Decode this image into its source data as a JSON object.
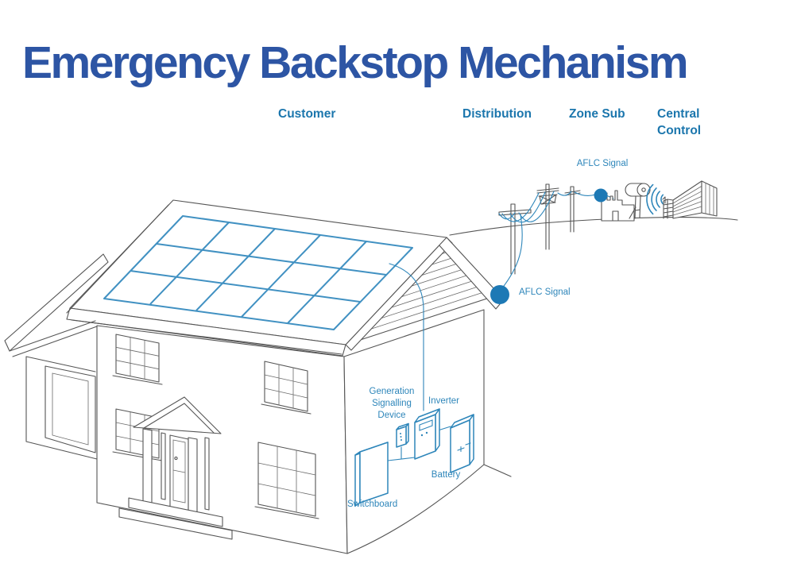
{
  "title": "Emergency Backstop Mechanism",
  "stages": [
    {
      "label": "Customer"
    },
    {
      "label": "Distribution"
    },
    {
      "label": "Zone Sub"
    },
    {
      "label": "Central Control"
    }
  ],
  "annotations": {
    "aflc_signal_top": "AFLC Signal",
    "aflc_signal_house": "AFLC Signal"
  },
  "equipment": {
    "generation_signalling_device": "Generation Signalling Device",
    "inverter": "Inverter",
    "battery": "Battery",
    "switchboard": "Switchboard"
  },
  "colors": {
    "title_blue": "#2d55a4",
    "stage_label_blue": "#1b76ad",
    "annotation_blue": "#2e86ba",
    "solar_grid_blue": "#4191c2",
    "signal_dot_blue": "#1d79b5",
    "line_gray": "#555555",
    "background": "#ffffff"
  }
}
